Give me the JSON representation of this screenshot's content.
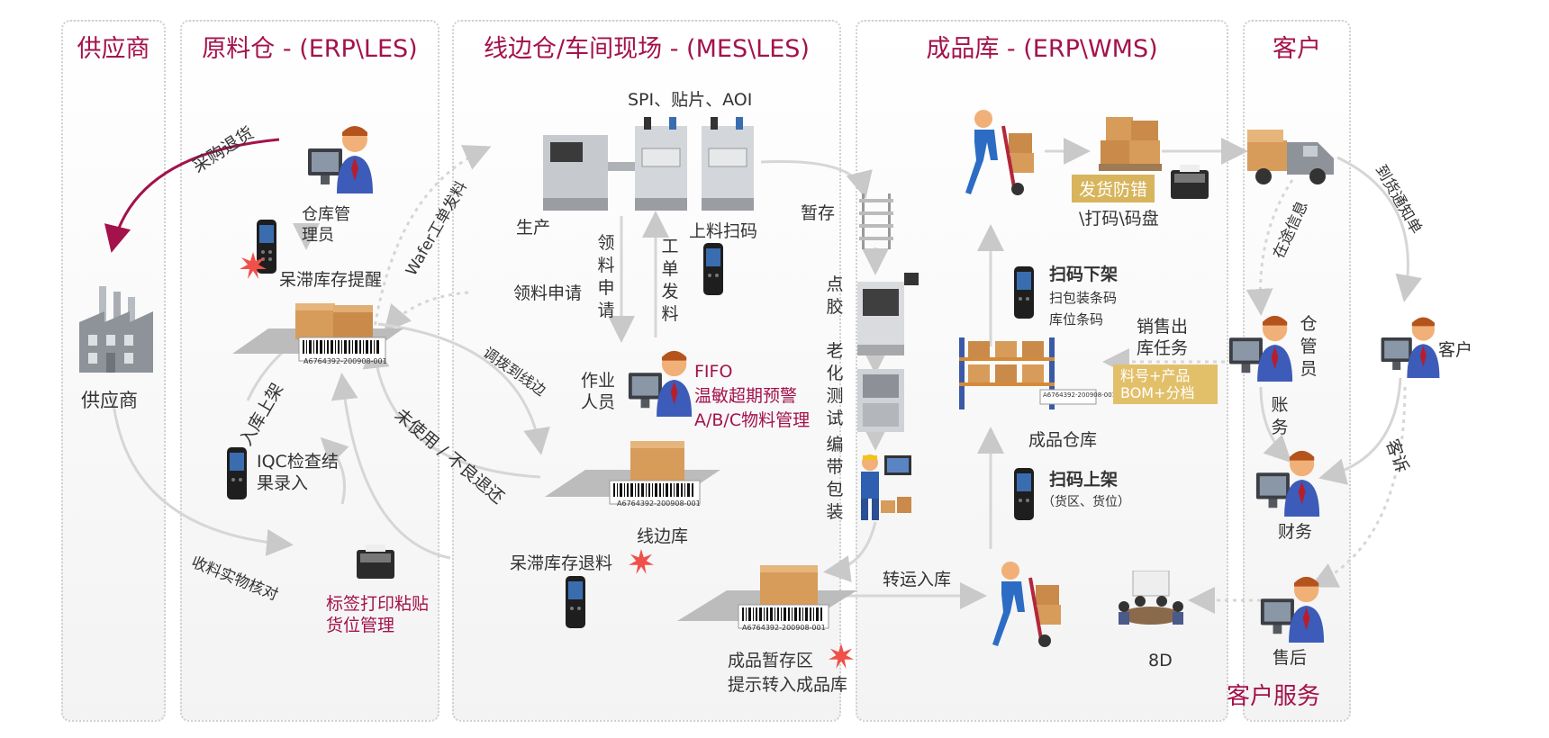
{
  "lanes": {
    "supplier": "供应商",
    "raw": "原料仓 - (ERP\\LES)",
    "line": "线边仓/车间现场 - (MES\\LES)",
    "finished": "成品库 - (ERP\\WMS)",
    "customer": "客户"
  },
  "supplier": {
    "label": "供应商"
  },
  "raw": {
    "purchase_return": "采购退货",
    "keeper": "仓库管理员",
    "stale_alert": "呆滞库存提醒",
    "barcode": "A6764392-200908-001",
    "inbound": "入库上架",
    "iqc": "IQC检查结果录入",
    "receive_check": "收料实物核对",
    "label_print": "标签打印粘贴货位管理",
    "wafer": "Wafer工单发料"
  },
  "line": {
    "spi": "SPI、贴片、AOI",
    "production": "生产",
    "feed_scan": "上料扫码",
    "pick_request_v": "领料申请",
    "work_order_issue": "工单发料",
    "pick_request": "领料申请",
    "transfer": "调拨到线边",
    "unused_return": "未使用 / 不良退还",
    "operator": "作业人员",
    "fifo": "FIFO",
    "temp_warn": "温敏超期预警",
    "abc": "A/B/C物料管理",
    "line_store": "线边库",
    "line_barcode": "A6764392-200908-001",
    "stale_return": "呆滞库存退料",
    "temp_store": "暂存",
    "dispense": "点胶",
    "aging": "老化测试",
    "packing": "编带包装",
    "fg_temp": "成品暂存区",
    "fg_hint": "提示转入成品库",
    "fg_barcode": "A6764392-200908-001",
    "transfer_in": "转运入库"
  },
  "finished": {
    "ship_check": "发货防错",
    "print_count": "\\打码\\码盘",
    "scan_off": "扫码下架",
    "scan_off_sub1": "扫包装条码",
    "scan_off_sub2": "库位条码",
    "sales_task": "销售出库任务",
    "mat_info1": "料号+产品",
    "mat_info2": "BOM+分档",
    "warehouse": "成品仓库",
    "wh_barcode": "A6764392-200908-001",
    "scan_on": "扫码上架",
    "scan_on_sub": "（货区、货位）",
    "transit": "在途信息",
    "keeper": "仓管员",
    "account": "账务",
    "finance": "财务",
    "eightd": "8D",
    "after_sales": "售后",
    "service": "客户服务"
  },
  "customer": {
    "arrival_notice": "到货通知单",
    "customer": "客户",
    "complaint": "客诉"
  },
  "colors": {
    "accent": "#a3124b",
    "arrow": "#d6d6d6",
    "badge": "#d8b45c"
  },
  "icons": [
    "person-computer-icon",
    "handheld-scanner-icon",
    "factory-icon",
    "boxes-icon",
    "smt-machine-icon",
    "label-printer-icon",
    "hand-truck-icon",
    "truck-icon",
    "rack-icon",
    "meeting-icon",
    "starburst-icon"
  ]
}
